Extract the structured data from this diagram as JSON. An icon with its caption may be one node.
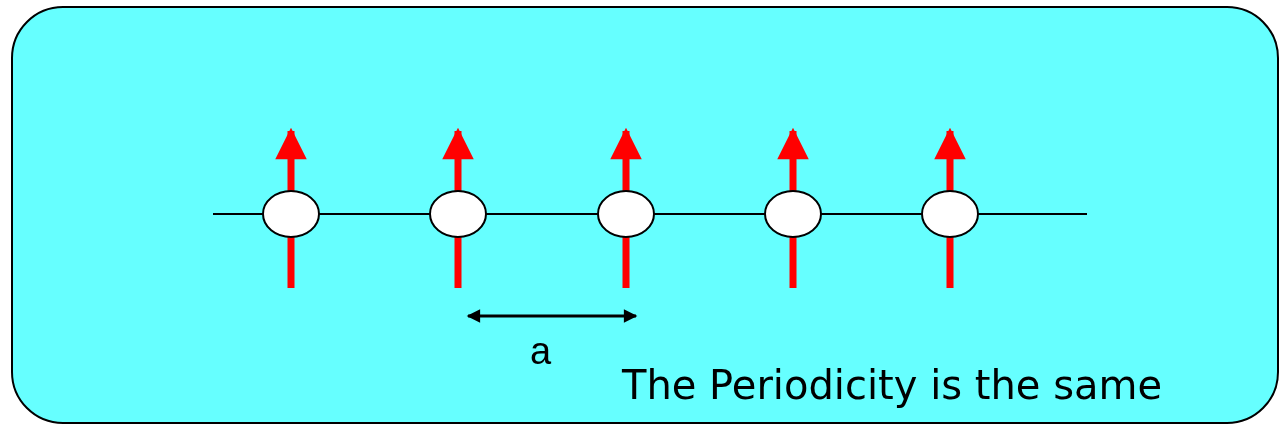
{
  "diagram": {
    "nodes": [
      {
        "text": [],
        "shape": "circle"
      },
      {
        "text": [],
        "shape": "circle"
      },
      {
        "text": [],
        "shape": "circle"
      },
      {
        "text": [],
        "shape": "circle"
      },
      {
        "text": [],
        "shape": "circle"
      }
    ],
    "edges": [
      {
        "from": null,
        "to": 0,
        "arrow": "none"
      },
      {
        "from": 0,
        "to": 1,
        "arrow": "none"
      },
      {
        "from": 1,
        "to": 2,
        "arrow": "none"
      },
      {
        "from": 2,
        "to": 3,
        "arrow": "none"
      },
      {
        "from": 3,
        "to": 4,
        "arrow": "none"
      },
      {
        "from": 4,
        "to": null,
        "arrow": "none"
      }
    ],
    "labels": [
      "a",
      "The Periodicity is the same"
    ]
  }
}
